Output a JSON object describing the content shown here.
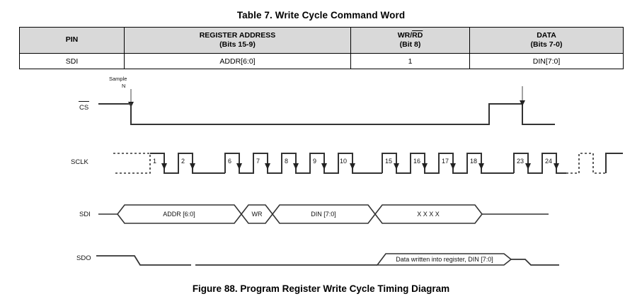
{
  "table": {
    "title": "Table 7. Write Cycle Command Word",
    "headers": [
      {
        "line1": "PIN",
        "line2": ""
      },
      {
        "line1": "REGISTER ADDRESS",
        "line2": "(Bits 15-9)"
      },
      {
        "line1": "WR/RD",
        "line2": "(Bit 8)",
        "overline_part": "RD",
        "plain_part": "WR/"
      },
      {
        "line1": "DATA",
        "line2": "(Bits 7-0)"
      }
    ],
    "rows": [
      [
        "SDI",
        "ADDR[6:0]",
        "1",
        "DIN[7:0]"
      ]
    ],
    "header_bg": "#d9d9d9"
  },
  "figure": {
    "caption": "Figure 88.  Program Register Write Cycle Timing Diagram",
    "annotations": {
      "sample_line1": "Sample",
      "sample_line2": "N"
    },
    "signals": [
      {
        "name": "CS",
        "overline": true,
        "label": "CS"
      },
      {
        "name": "SCLK",
        "overline": false,
        "label": "SCLK"
      },
      {
        "name": "SDI",
        "overline": false,
        "label": "SDI"
      },
      {
        "name": "SDO",
        "overline": false,
        "label": "SDO"
      }
    ],
    "sclk_pulse_numbers": [
      "1",
      "2",
      "6",
      "7",
      "8",
      "9",
      "10",
      "15",
      "16",
      "17",
      "18",
      "23",
      "24"
    ],
    "sdi_segments": [
      {
        "label": "ADDR [6:0]"
      },
      {
        "label": "WR"
      },
      {
        "label": "DIN [7:0]"
      },
      {
        "label": "X X X X"
      }
    ],
    "sdo_segments": [
      {
        "label": "Data written into register, DIN [7:0]"
      }
    ]
  }
}
